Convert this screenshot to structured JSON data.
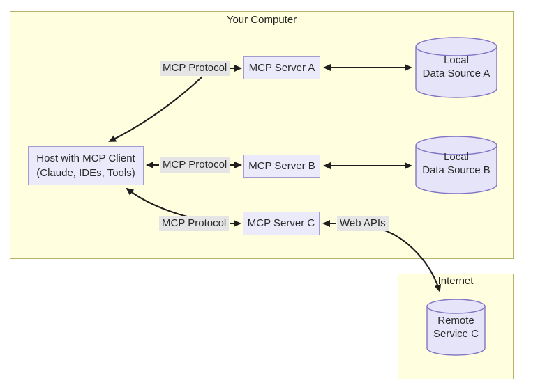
{
  "diagram": {
    "title_region_1": {
      "label": "Your Computer"
    },
    "title_region_2": {
      "label": "Internet"
    },
    "host": {
      "line1": "Host with MCP Client",
      "line2": "(Claude, IDEs, Tools)"
    },
    "servers": [
      {
        "label": "MCP Server A"
      },
      {
        "label": "MCP Server B"
      },
      {
        "label": "MCP Server C"
      }
    ],
    "data_sources": [
      {
        "line1": "Local",
        "line2": "Data Source A"
      },
      {
        "line1": "Local",
        "line2": "Data Source B"
      },
      {
        "line1": "Remote",
        "line2": "Service C"
      }
    ],
    "edge_labels": {
      "mcp_protocol_a": "MCP Protocol",
      "mcp_protocol_b": "MCP Protocol",
      "mcp_protocol_c": "MCP Protocol",
      "web_apis": "Web APIs"
    },
    "colors": {
      "region_fill": "#ffffe0",
      "region_border": "#b4b46e",
      "node_fill": "#ebeafb",
      "node_border": "#a29bd4",
      "cylinder_fill": "#e6e4f8",
      "cylinder_border": "#8374c6",
      "edge_label_bg": "#e5e5e5",
      "arrow": "#1f1f1f",
      "text": "#2a2a2a"
    }
  }
}
